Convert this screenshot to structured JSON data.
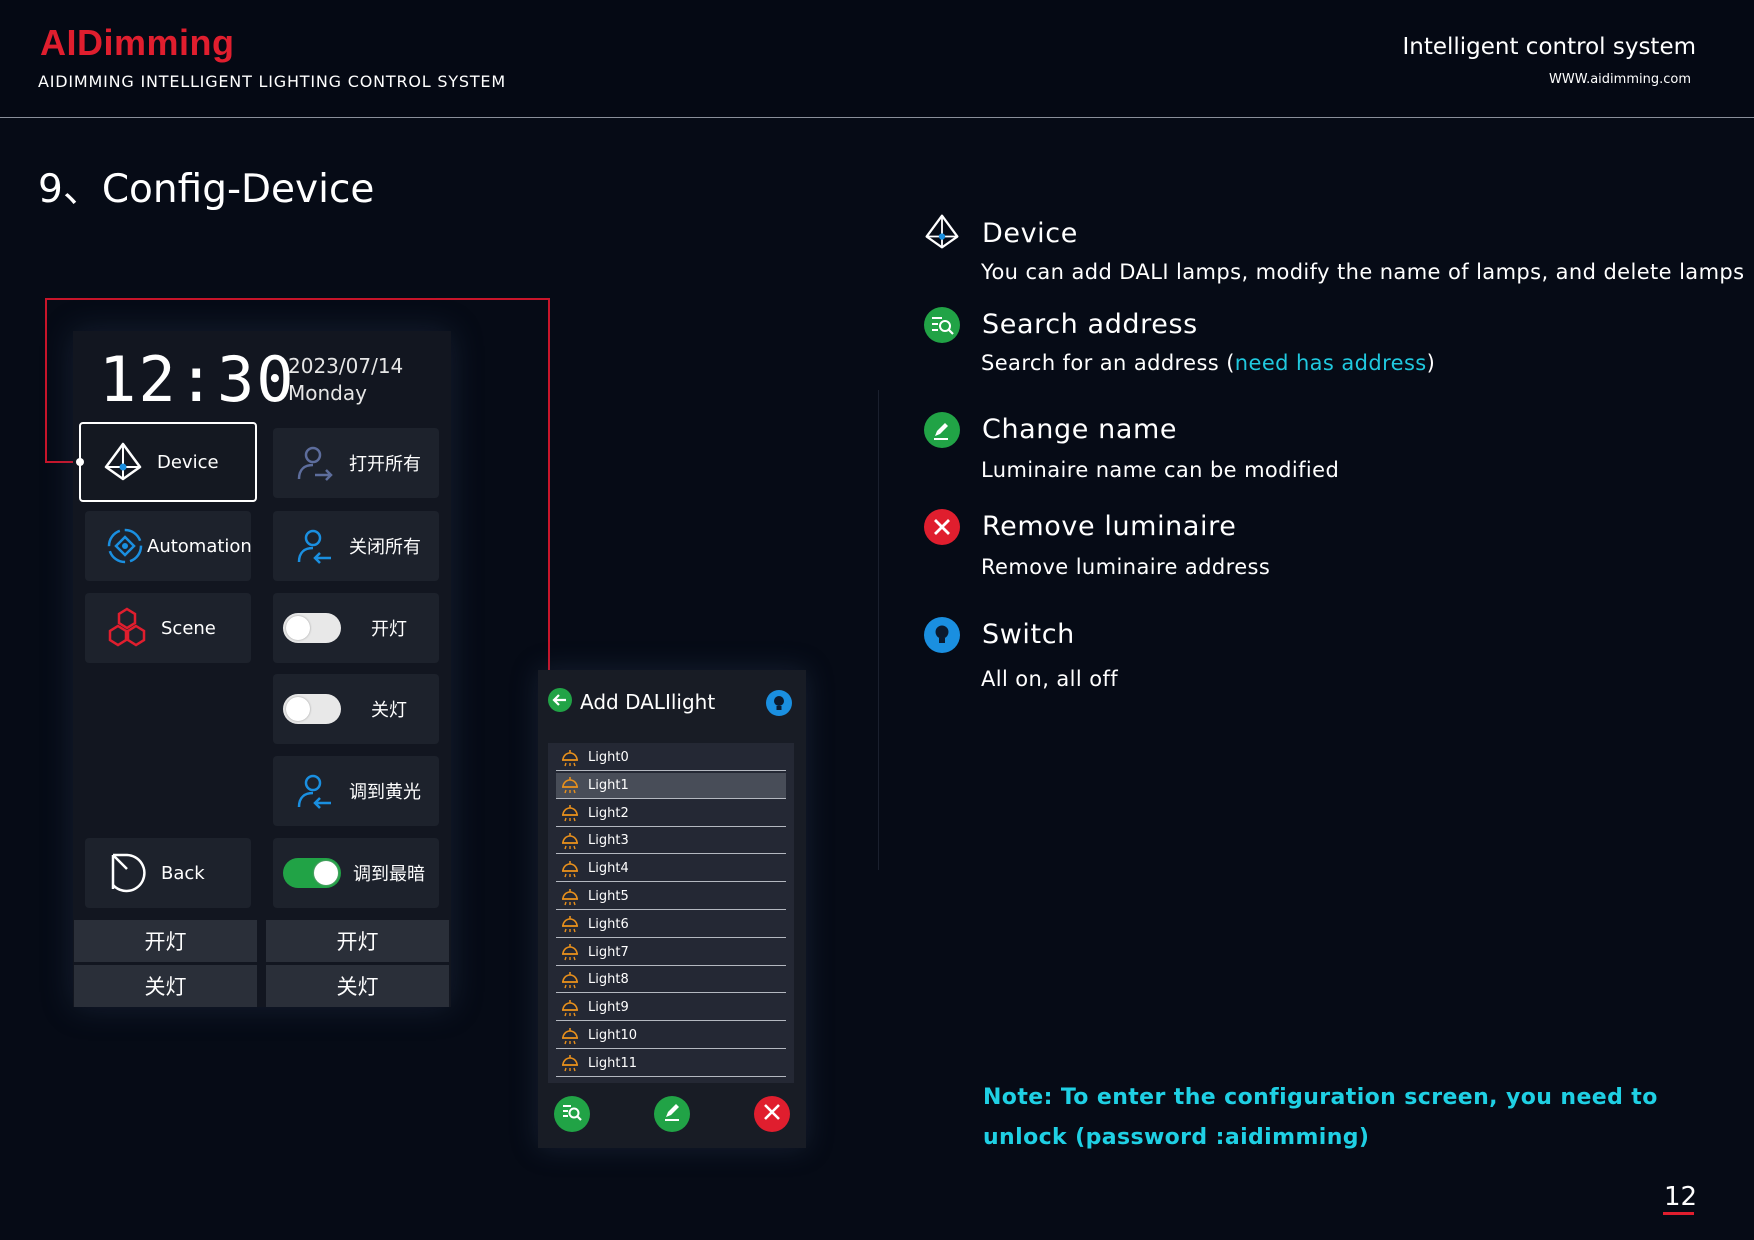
{
  "header": {
    "logo": "AIDimming",
    "system_title": "AIDIMMING INTELLIGENT LIGHTING CONTROL SYSTEM",
    "tagline": "Intelligent control system",
    "website": "WWW.aidimming.com"
  },
  "page_title": "9、Config-Device",
  "panel": {
    "time": "12:30",
    "date": "2023/07/14",
    "weekday": "Monday",
    "left_tiles": [
      {
        "label": "Device",
        "icon": "device-icon"
      },
      {
        "label": "Automation",
        "icon": "automation-icon"
      },
      {
        "label": "Scene",
        "icon": "scene-icon"
      },
      {
        "label": "Back",
        "icon": "back-icon"
      }
    ],
    "right_tiles": [
      {
        "label": "打开所有",
        "icon": "user-arrow-right-icon"
      },
      {
        "label": "关闭所有",
        "icon": "user-arrow-left-icon"
      },
      {
        "label": "开灯",
        "icon": "toggle-off"
      },
      {
        "label": "关灯",
        "icon": "toggle-off"
      },
      {
        "label": "调到黄光",
        "icon": "user-arrow-left-icon"
      },
      {
        "label": "调到最暗",
        "icon": "toggle-on"
      }
    ],
    "bottom_buttons": [
      "开灯",
      "开灯",
      "关灯",
      "关灯"
    ]
  },
  "dali": {
    "title": "Add DALIlight",
    "lights": [
      "Light0",
      "Light1",
      "Light2",
      "Light3",
      "Light4",
      "Light5",
      "Light6",
      "Light7",
      "Light8",
      "Light9",
      "Light10",
      "Light11"
    ],
    "selected_index": 1
  },
  "features": [
    {
      "title": "Device",
      "desc": "You can add DALI lamps, modify the name of lamps, and delete lamps",
      "icon": "device-icon"
    },
    {
      "title": "Search address",
      "desc_prefix": "Search for an address (",
      "desc_highlight": "need has address",
      "desc_suffix": ")",
      "icon": "search-list-icon"
    },
    {
      "title": "Change name",
      "desc": "Luminaire name can be modified",
      "icon": "pencil-icon"
    },
    {
      "title": "Remove luminaire",
      "desc": "Remove luminaire address",
      "icon": "close-icon"
    },
    {
      "title": "Switch",
      "desc": "All on, all off",
      "icon": "bulb-icon"
    }
  ],
  "note": "Note: To enter the configuration screen, you need to unlock (password :aidimming)",
  "page_number": "12",
  "colors": {
    "background": "#060b16",
    "brand_red": "#e01e2e",
    "accent_cyan": "#1fd0e4",
    "green": "#21a346",
    "blue": "#1a8fe0",
    "lamp_orange": "#e8901c"
  }
}
